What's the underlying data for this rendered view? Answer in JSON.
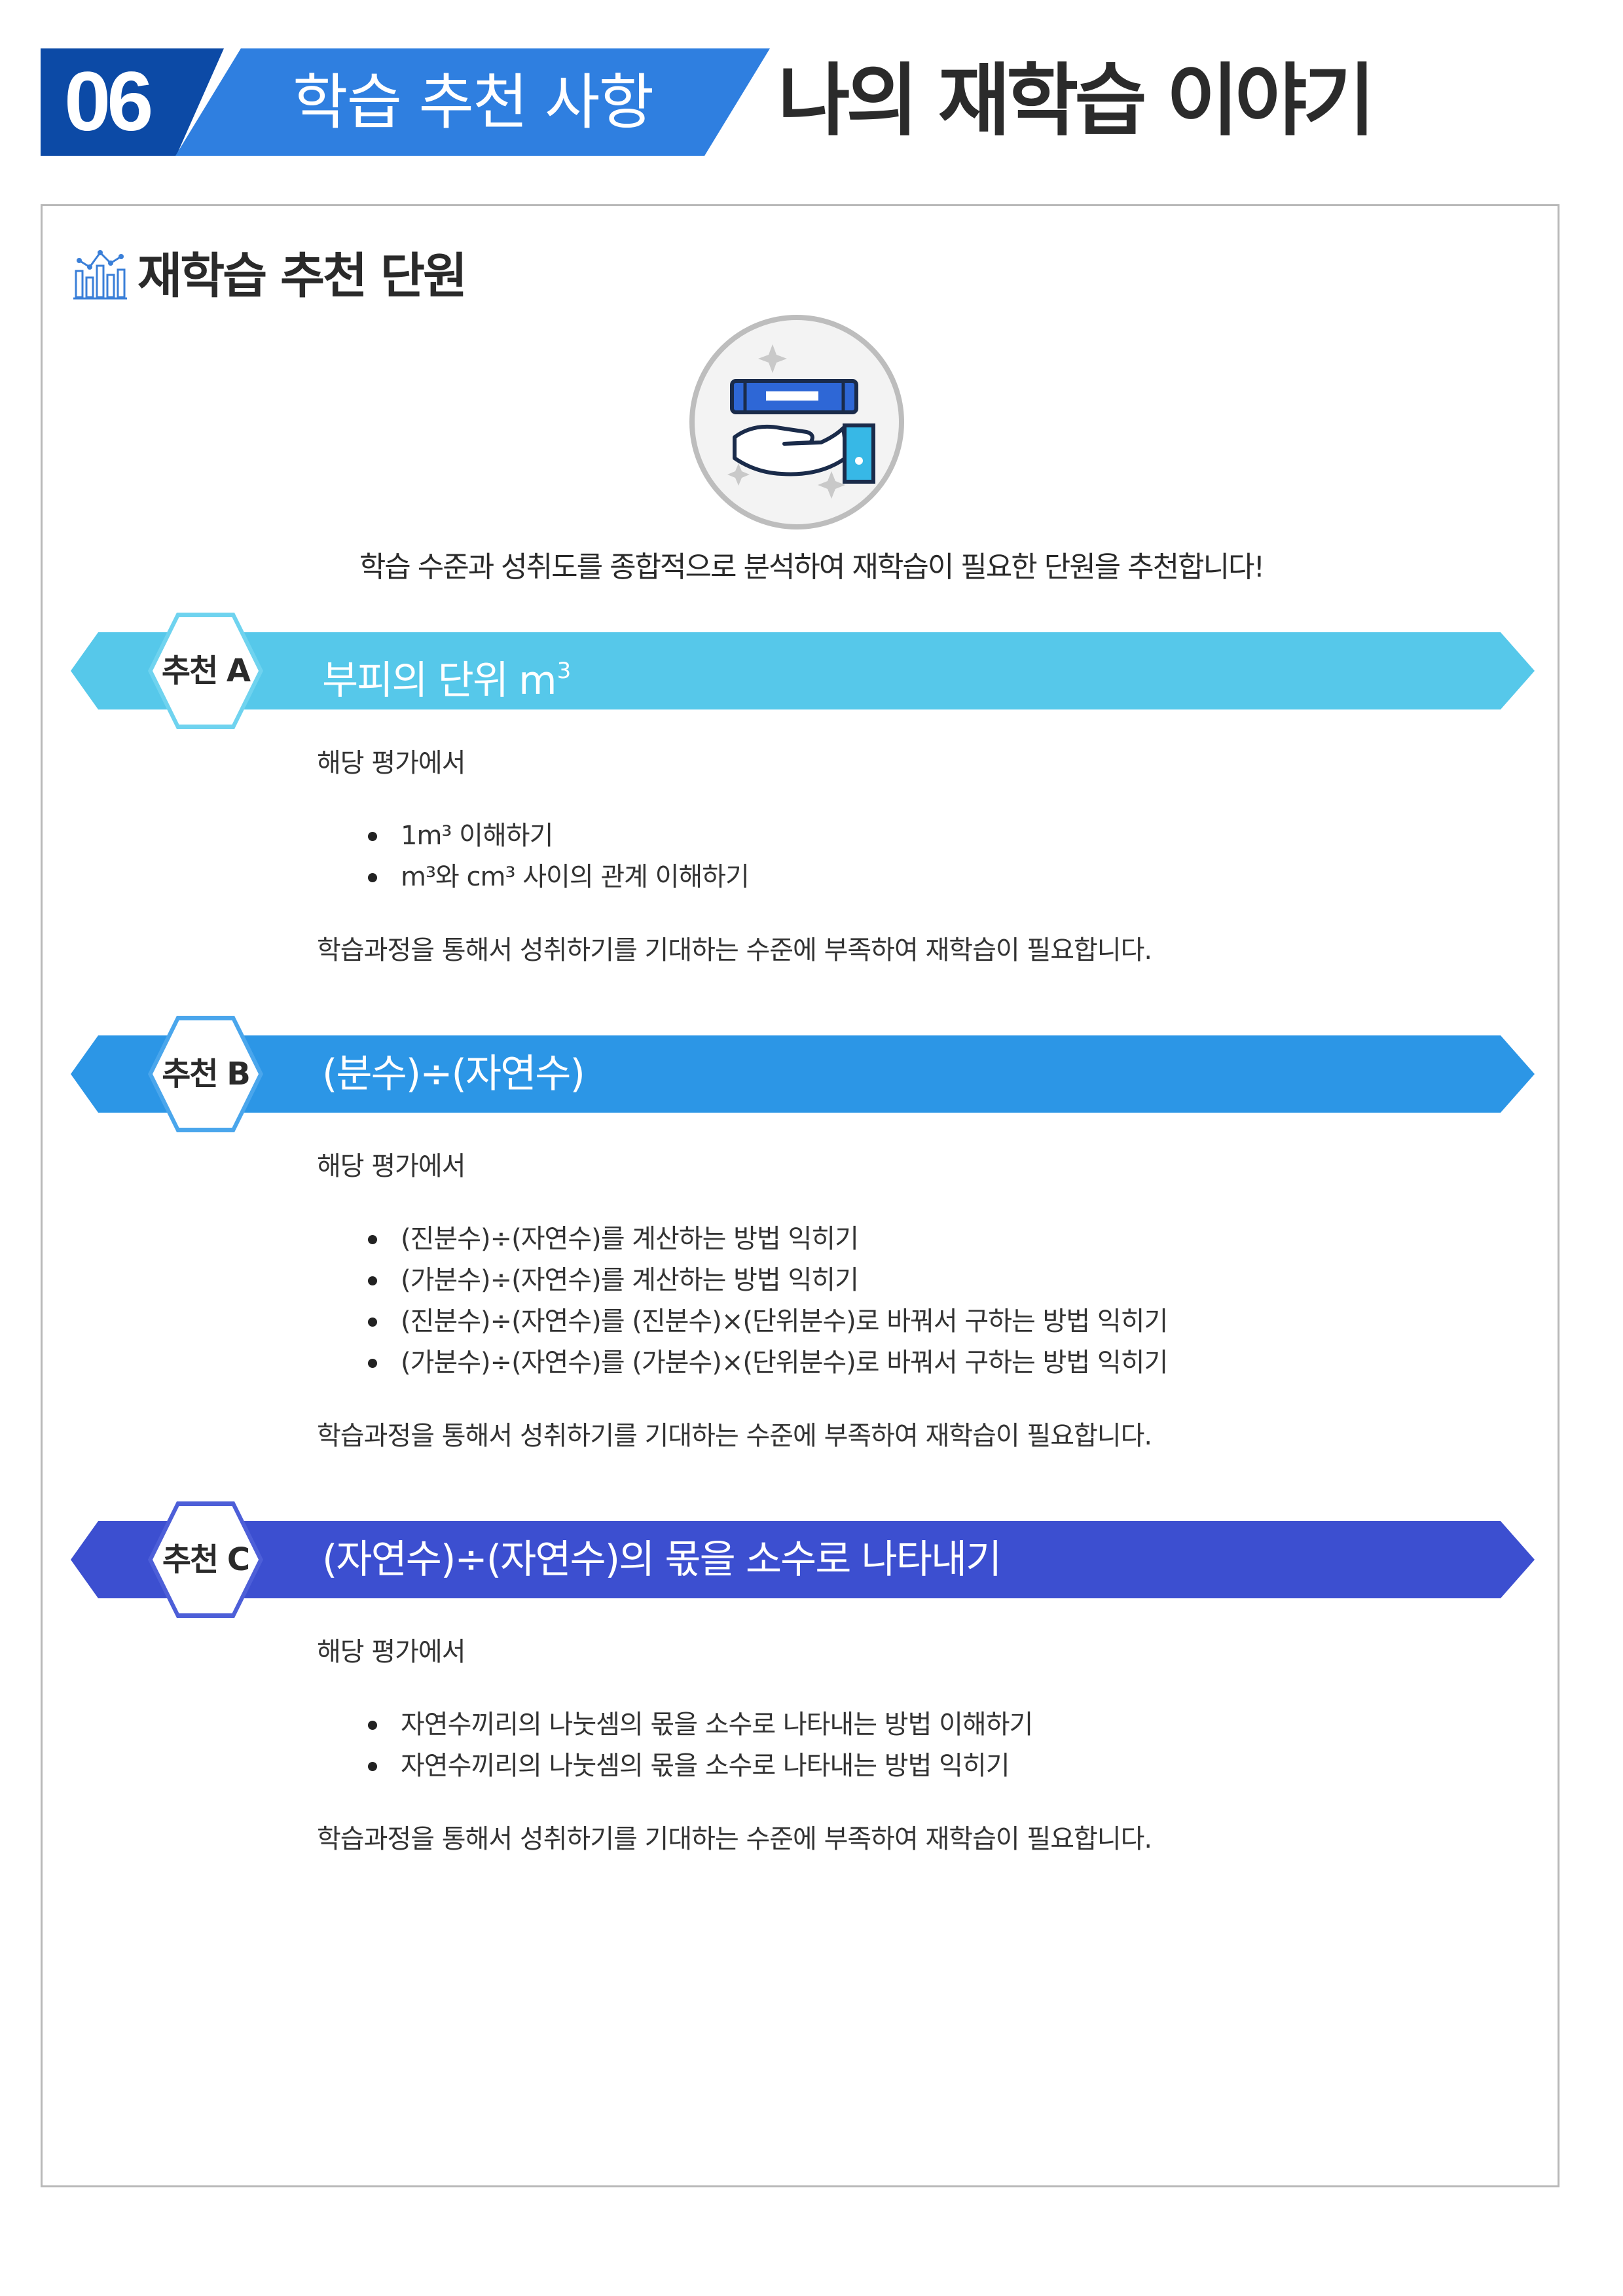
{
  "header": {
    "number": "06",
    "subtitle": "학습 추천 사항",
    "title": "나의 재학습 이야기"
  },
  "section": {
    "icon": "bar-chart-icon",
    "title": "재학습 추천 단원",
    "hero_icon": "hand-holding-book-icon",
    "intro": "학습 수준과 성취도를 종합적으로 분석하여 재학습이 필요한 단원을 추천합니다!"
  },
  "recommendations": [
    {
      "badge": "추천 A",
      "title": "부피의 단위 m",
      "title_sup": "3",
      "color": "#56c8ea",
      "border": "#6fd3ef",
      "lead": "해당 평가에서",
      "items": [
        {
          "text": "1m³ 이해하기"
        },
        {
          "text": "m³와 cm³ 사이의 관계 이해하기"
        }
      ],
      "conclusion": "학습과정을 통해서 성취하기를 기대하는 수준에 부족하여 재학습이 필요합니다."
    },
    {
      "badge": "추천 B",
      "title": "(분수)÷(자연수)",
      "title_sup": "",
      "color": "#2c96e6",
      "border": "#4aa6ec",
      "lead": "해당 평가에서",
      "items": [
        {
          "text": "(진분수)÷(자연수)를 계산하는 방법 익히기"
        },
        {
          "text": "(가분수)÷(자연수)를 계산하는 방법 익히기"
        },
        {
          "text": "(진분수)÷(자연수)를 (진분수)×(단위분수)로 바꿔서 구하는 방법 익히기"
        },
        {
          "text": "(가분수)÷(자연수)를 (가분수)×(단위분수)로 바꿔서 구하는 방법 익히기"
        }
      ],
      "conclusion": "학습과정을 통해서 성취하기를 기대하는 수준에 부족하여 재학습이 필요합니다."
    },
    {
      "badge": "추천 C",
      "title": "(자연수)÷(자연수)의 몫을 소수로 나타내기",
      "title_sup": "",
      "color": "#3c4fd0",
      "border": "#4d5fd8",
      "lead": "해당 평가에서",
      "items": [
        {
          "text": "자연수끼리의 나눗셈의 몫을 소수로 나타내는 방법 이해하기"
        },
        {
          "text": "자연수끼리의 나눗셈의 몫을 소수로 나타내는 방법 익히기"
        }
      ],
      "conclusion": "학습과정을 통해서 성취하기를 기대하는 수준에 부족하여 재학습이 필요합니다."
    }
  ]
}
